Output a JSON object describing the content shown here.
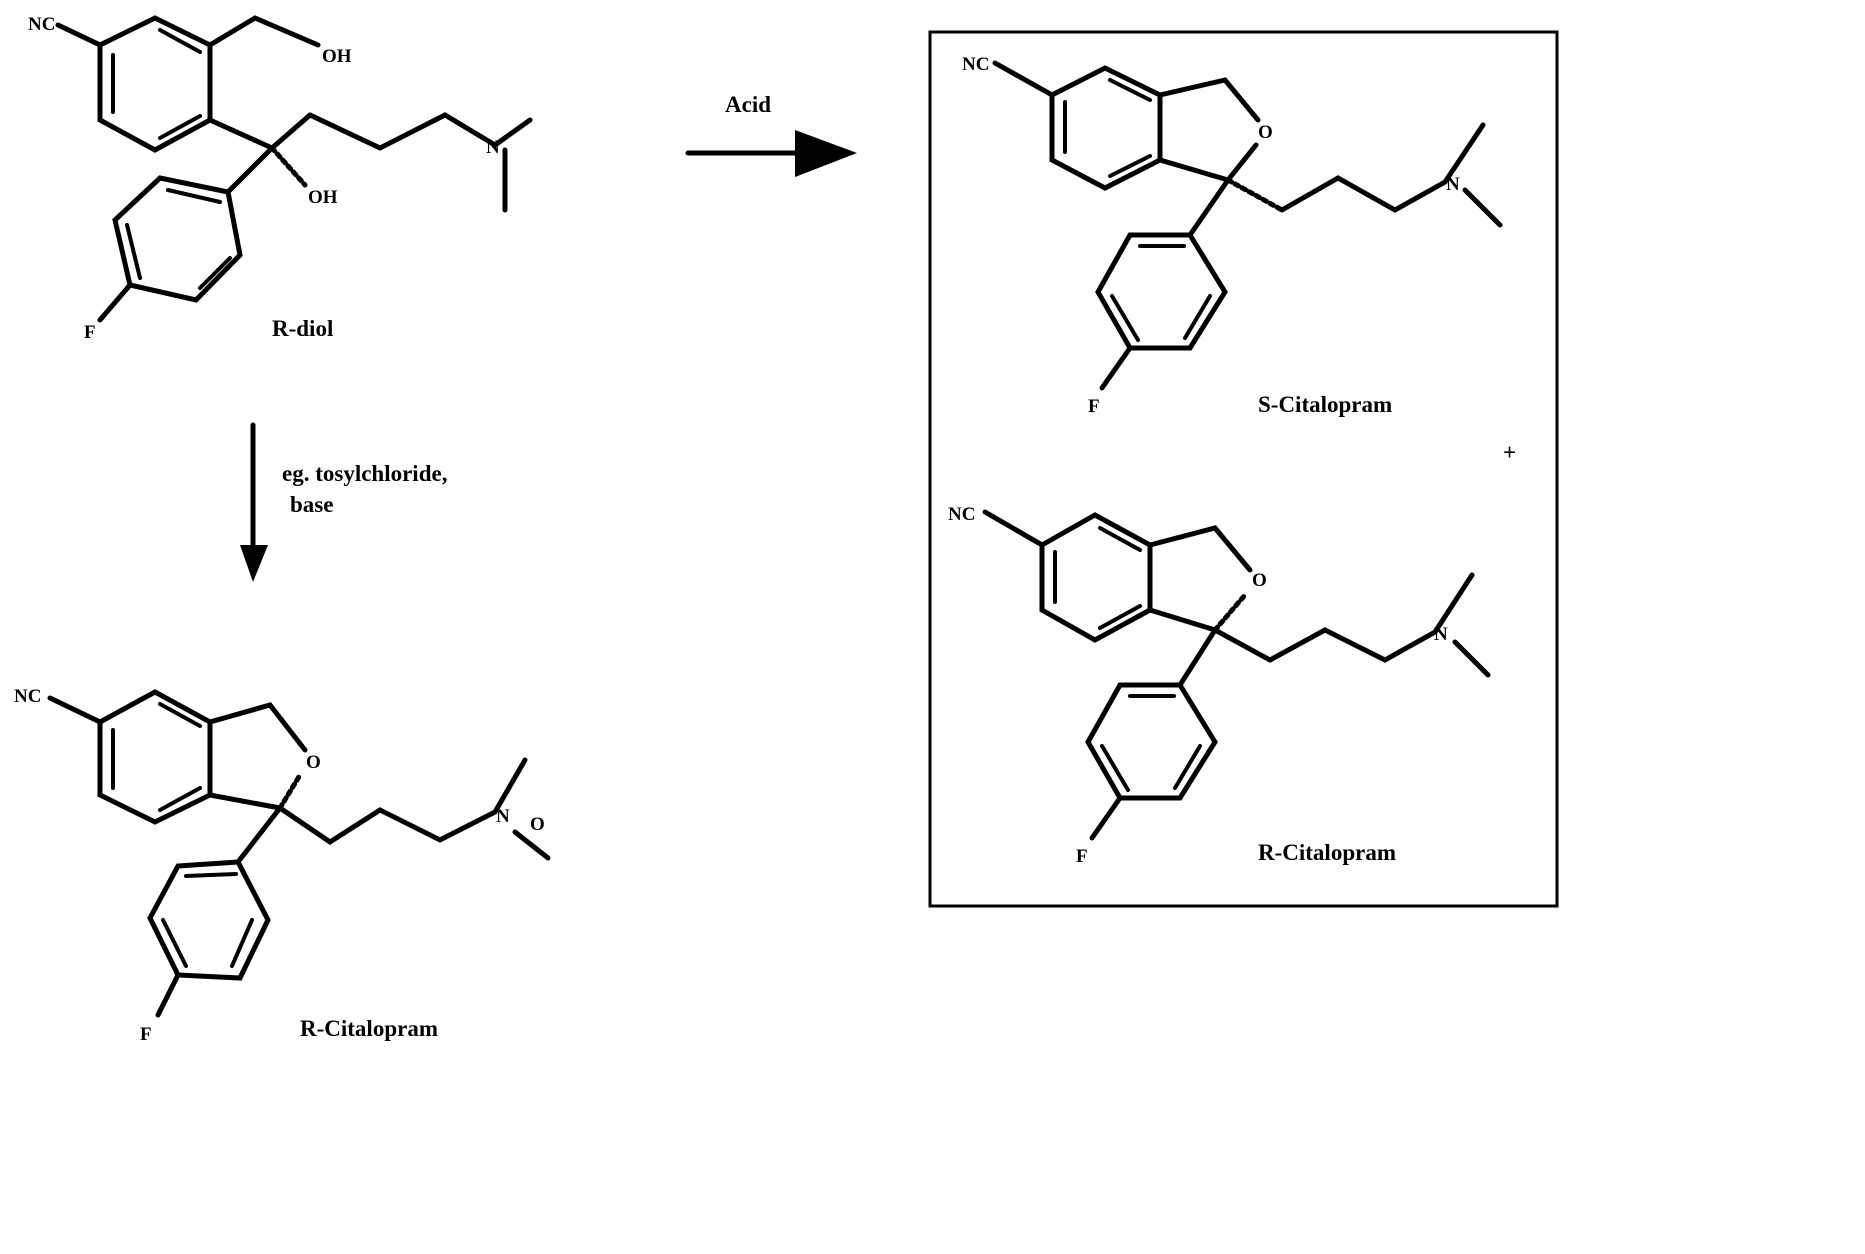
{
  "atoms": {
    "nitrile": "NC",
    "hydroxyl": "OH",
    "nitrogen": "N",
    "oxygen": "O",
    "fluorine": "F"
  },
  "compounds": {
    "diol_label": "R-diol",
    "s_citalopram_label": "S-Citalopram",
    "r_citalopram_box_label": "R-Citalopram",
    "r_citalopram_bottom_label": "R-Citalopram"
  },
  "reactions": {
    "acid_reagent": "Acid",
    "tosyl_reagent_line1": "eg. tosylchloride,",
    "tosyl_reagent_line2": "base"
  },
  "box": {
    "plus_sign": "+"
  },
  "colors": {
    "ink": "#000000",
    "background": "#ffffff"
  }
}
